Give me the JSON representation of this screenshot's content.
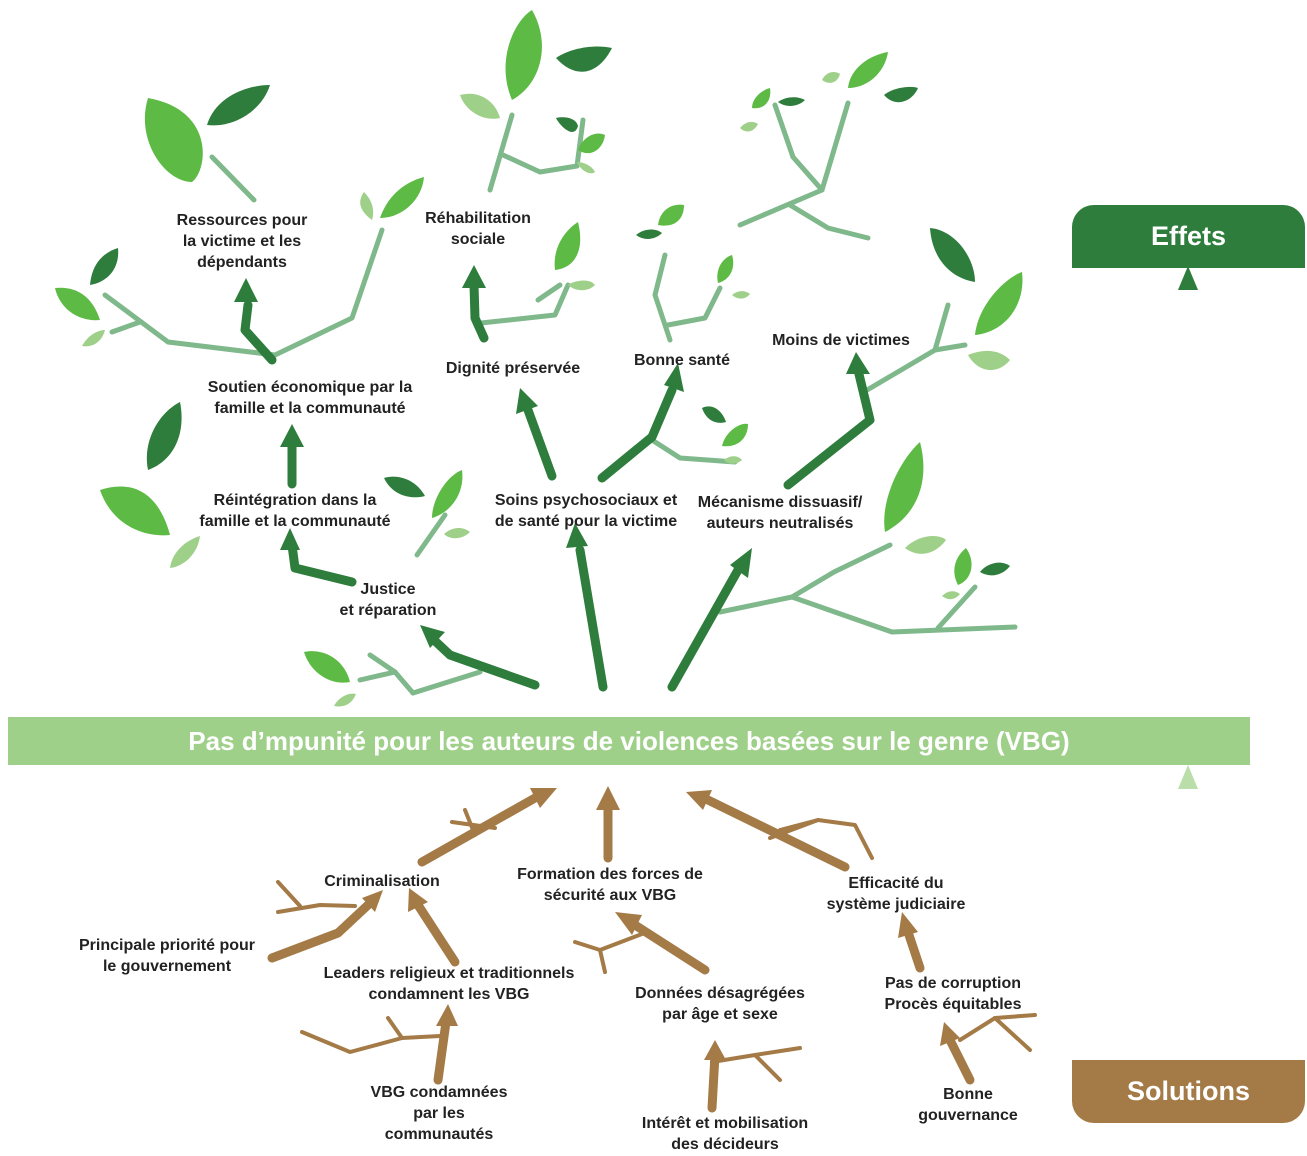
{
  "title": "Pas d’mpunité pour les auteurs de violences basées sur le genre (VBG)",
  "effects_label": "Effets",
  "solutions_label": "Solutions",
  "colors": {
    "dark_green": "#2e7d3c",
    "mid_green": "#5dba45",
    "light_green": "#9fd08a",
    "branch_green": "#7fb88a",
    "brown": "#a47a47"
  },
  "effects": {
    "ressources": "Ressources pour\nla victime et les\ndépendants",
    "rehabilitation": "Réhabilitation\nsociale",
    "dignite": "Dignité préservée",
    "bonne_sante": "Bonne santé",
    "moins_victimes": "Moins de victimes",
    "soutien": "Soutien économique par la\nfamille et la communauté",
    "reintegration": "Réintégration dans la\nfamille et la communauté",
    "soins": "Soins psychosociaux et\nde santé pour la victime",
    "mecanisme": "Mécanisme dissuasif/\nauteurs neutralisés",
    "justice": "Justice\net réparation"
  },
  "solutions": {
    "criminalisation": "Criminalisation",
    "formation": "Formation des forces de\nsécurité aux VBG",
    "efficacite": "Efficacité du\nsystème judiciaire",
    "priorite": "Principale priorité pour\nle gouvernement",
    "leaders": "Leaders religieux et traditionnels\ncondamnent les VBG",
    "donnees": "Données désagrégées\npar âge et sexe",
    "corruption": "Pas de corruption\nProcès équitables",
    "communautes": "VBG condamnées\npar les\ncommunautés",
    "interet": "Intérêt et mobilisation\ndes décideurs",
    "gouvernance": "Bonne\ngouvernance"
  }
}
